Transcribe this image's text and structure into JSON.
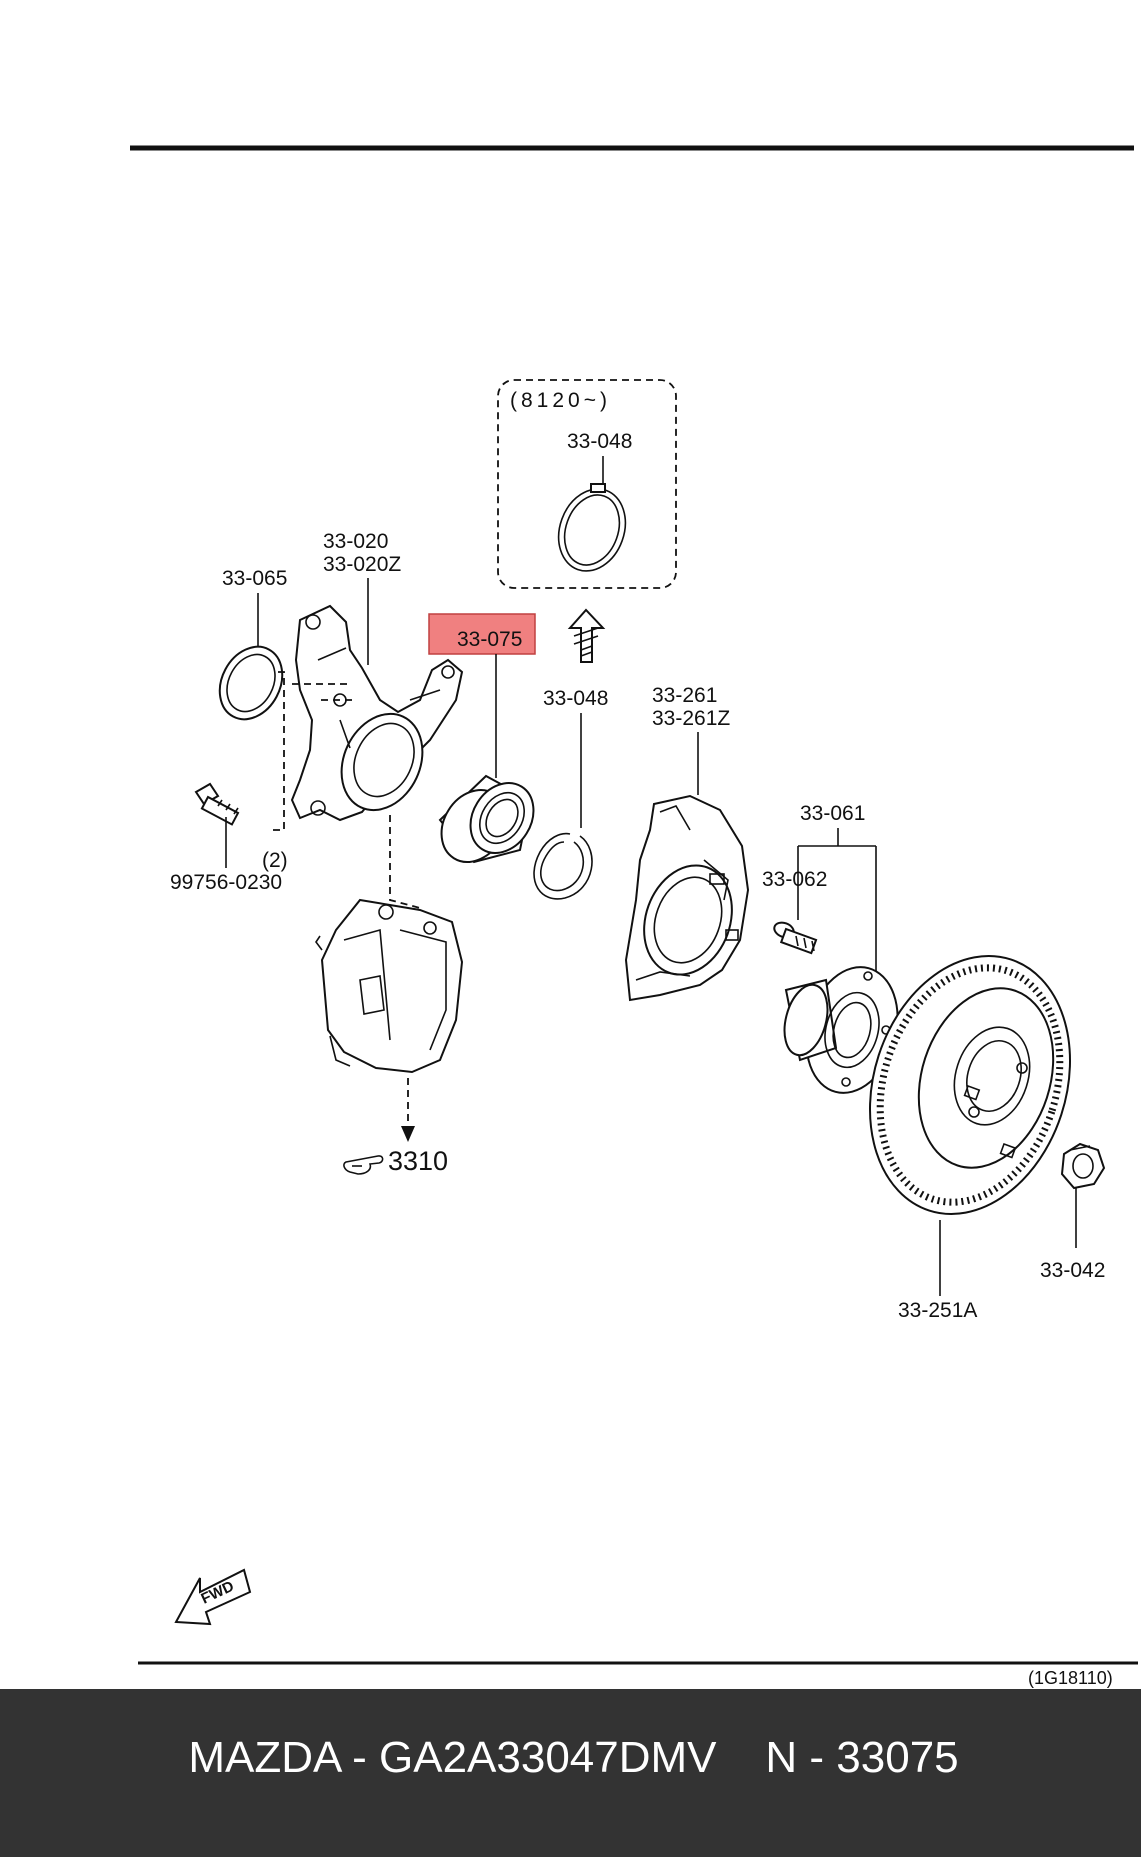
{
  "diagram": {
    "inset_label": "(8120~)",
    "labels": {
      "inset_snap_ring": "33-048",
      "knuckle_a": "33-020",
      "knuckle_b": "33-020Z",
      "dust_seal": "33-065",
      "bearing": "33-075",
      "snap_ring": "33-048",
      "dust_cover_a": "33-261",
      "dust_cover_b": "33-261Z",
      "hub": "33-061",
      "hub_bolt": "33-062",
      "bolt_qty": "(2)",
      "bolt": "99756-0230",
      "caliper_ref": "3310",
      "disc": "33-251A",
      "nut": "33-042"
    },
    "fwd_label": "FWD",
    "figure_code": "(1G18110)",
    "highlight_color": "#f08080"
  },
  "footer": {
    "text": "MAZDA - GA2A33047DMV    N - 33075"
  }
}
